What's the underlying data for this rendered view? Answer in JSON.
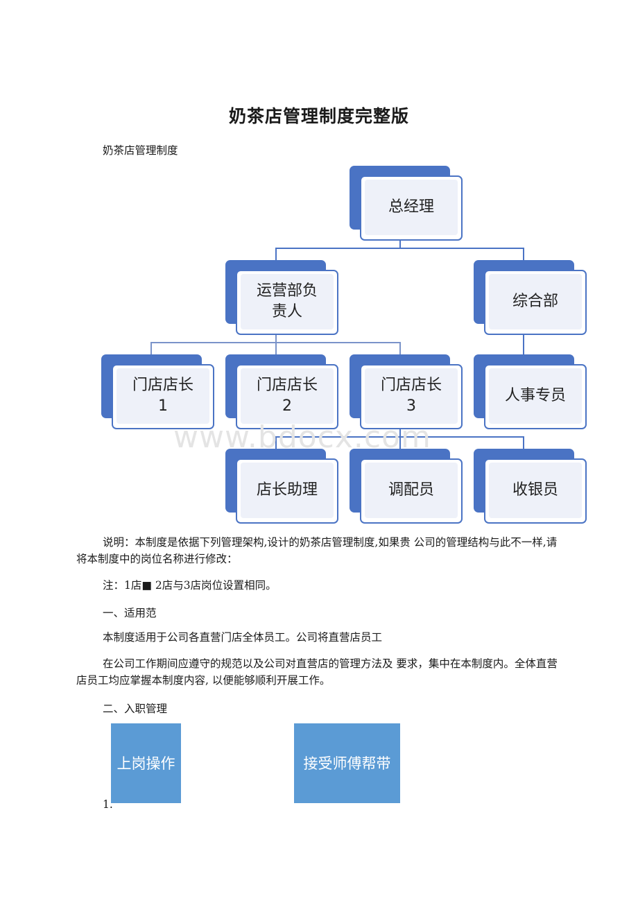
{
  "document": {
    "title": "奶茶店管理制度完整版",
    "subtitle": "奶茶店管理制度",
    "watermark": "www.bdocx.com",
    "org_chart": {
      "top": "总经理",
      "dept_ops": "运营部负\n责人",
      "dept_general": "综合部",
      "store1": "门店店长\n1",
      "store2": "门店店长\n2",
      "store3": "门店店长\n3",
      "hr": "人事专员",
      "assistant": "店长助理",
      "mixer": "调配员",
      "cashier": "收银员"
    },
    "explanation": "说明：本制度是依据下列管理架构,设计的奶茶店管理制度,如果贵 公司的管理结构与此不一样,请将本制度中的岗位名称进行修改：",
    "note": "注：1店■ 2店与3店岗位设置相同。",
    "section1_heading": "一、适用范",
    "section1_p1": "本制度适用于公司各直营门店全体员工。公司将直营店员工",
    "section1_p2": "在公司工作期间应遵守的规范以及公司对直营店的管理方法及 要求，集中在本制度内。全体直营店员工均应掌握本制度内容, 以便能够顺利开展工作。",
    "section2_heading": "二、入职管理",
    "flow_box1": "上岗操作",
    "flow_box2": "接受师傅帮带",
    "list_marker": "1."
  }
}
